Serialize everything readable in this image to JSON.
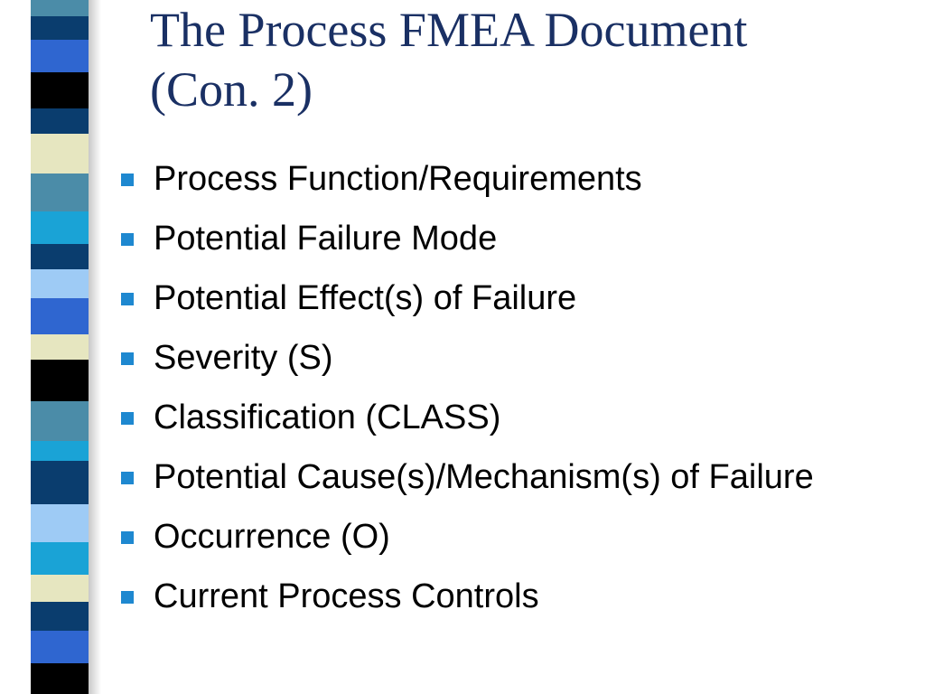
{
  "slide": {
    "title_line1": "The Process FMEA Document",
    "title_line2": "(Con. 2)",
    "bullets": [
      "Process Function/Requirements",
      "Potential Failure Mode",
      "Potential Effect(s) of Failure",
      "Severity (S)",
      "Classification (CLASS)",
      "Potential Cause(s)/Mechanism(s) of Failure",
      "Occurrence (O)",
      "Current Process Controls"
    ]
  },
  "colors": {
    "title": "#1a3064",
    "bullet_marker": "#1e88d0",
    "stripe_palette": [
      "#0a3d6e",
      "#4b8ca8",
      "#2f66d0",
      "#000000",
      "#e6e6c0",
      "#1aa3d6",
      "#9ecbf5"
    ]
  }
}
